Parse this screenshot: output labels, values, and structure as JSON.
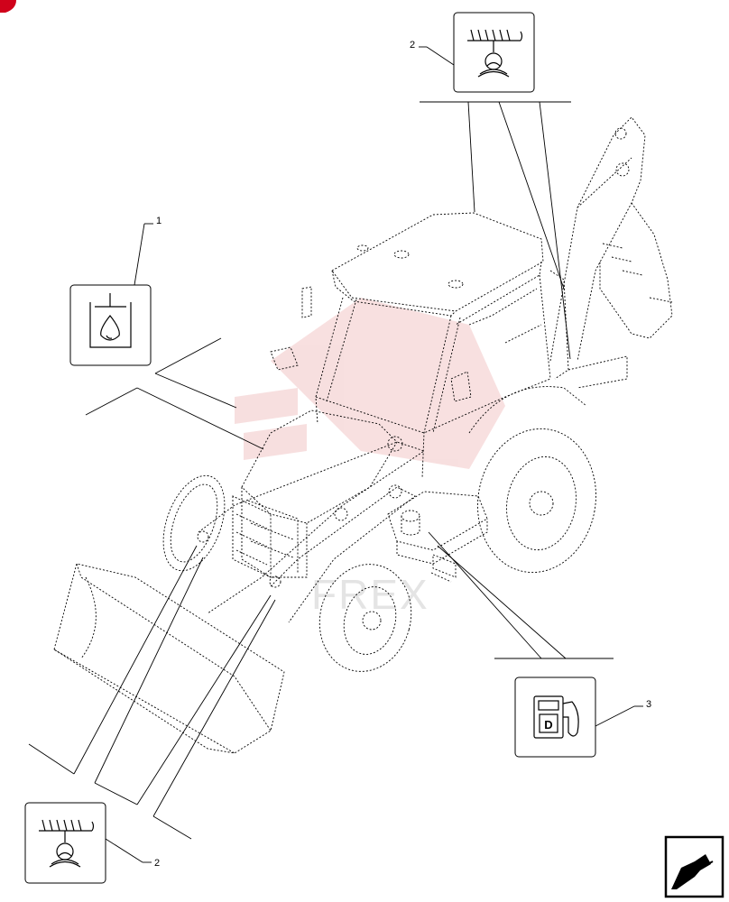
{
  "callouts": [
    {
      "number": "1",
      "symbol": "hydraulic-oil-level-icon"
    },
    {
      "number": "2",
      "symbol": "grease-lubrication-point-icon"
    },
    {
      "number": "3",
      "symbol": "diesel-fuel-icon"
    },
    {
      "number": "2",
      "symbol": "grease-lubrication-point-icon"
    }
  ],
  "watermark": {
    "text": "FREX",
    "color": "#e8b4b4"
  },
  "fuel_icon_letter": "D",
  "colors": {
    "line": "#000000",
    "watermark": "#e8b4b4",
    "corner_badge": "#d0021b"
  }
}
